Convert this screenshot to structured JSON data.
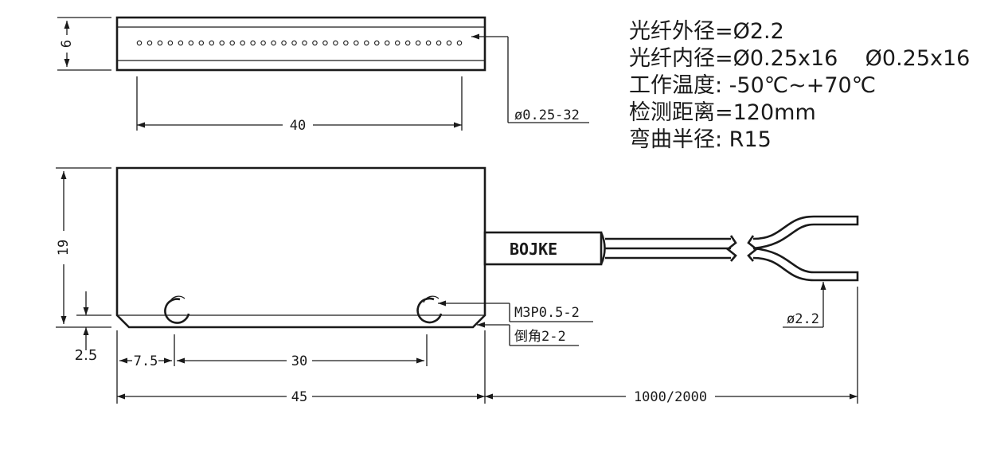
{
  "specs": {
    "line1": "光纤外径=Ø2.2",
    "line2": "光纤内径=Ø0.25x16    Ø0.25x16",
    "line3": "工作温度: -50℃~+70℃",
    "line4": "检测距离=120mm",
    "line5": "弯曲半径: R15"
  },
  "labels": {
    "top_height": "6",
    "top_width": "40",
    "fiber_callout": "ø0.25-32",
    "body_height": "19",
    "chamfer_height": "2.5",
    "hole_offset": "7.5",
    "hole_spacing": "30",
    "body_width": "45",
    "cable_length": "1000/2000",
    "brand": "BOJKE",
    "screw_callout": "M3P0.5-2",
    "chamfer_callout": "倒角2-2",
    "cable_dia_callout": "ø2.2"
  },
  "colors": {
    "line": "#1a1a1a",
    "background": "#ffffff"
  }
}
